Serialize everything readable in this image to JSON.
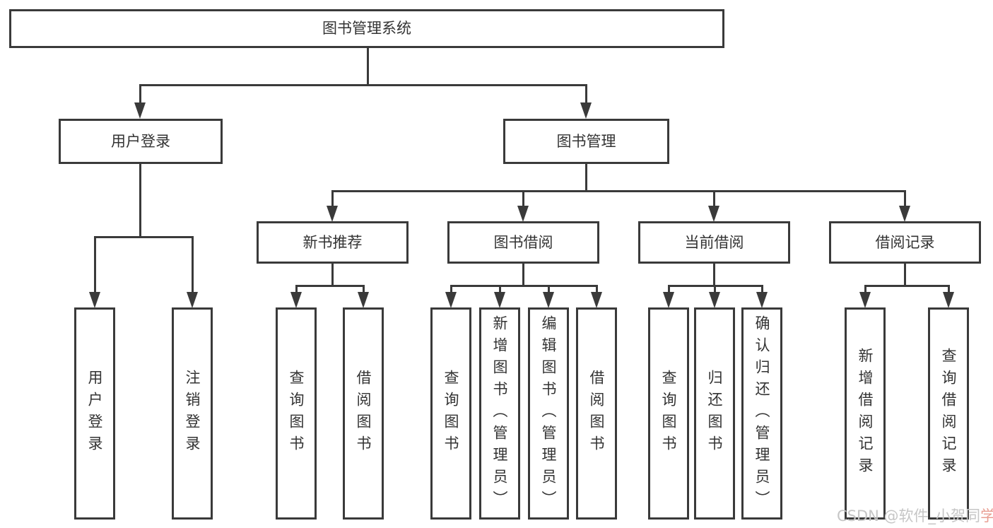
{
  "nodes": {
    "root": "图书管理系统",
    "userLogin": "用户登录",
    "bookMgmt": "图书管理",
    "newBookRec": "新书推荐",
    "bookBorrow": "图书借阅",
    "currentBorrow": "当前借阅",
    "borrowRecords": "借阅记录",
    "uUserLogin": "用户登录",
    "uLogout": "注销登录",
    "nbQuery": "查询图书",
    "nbBorrow": "借阅图书",
    "bbQuery": "查询图书",
    "bbAdd": "新增图书（管理员）",
    "bbEdit": "编辑图书（管理员）",
    "bbBorrow": "借阅图书",
    "cbQuery": "查询图书",
    "cbReturn": "归还图书",
    "cbConfirm": "确认归还（管理员）",
    "brAdd": "新增借阅记录",
    "brQuery": "查询借阅记录"
  },
  "watermark": {
    "gray": "CSDN @软件_小贺同",
    "accent": "学"
  },
  "colors": {
    "line": "#3a3a3a",
    "box_border": "#3a3a3a",
    "box_fill": "#ffffff",
    "text": "#333333",
    "watermark": "#c6c6c6",
    "watermark_accent": "#e89e92"
  }
}
